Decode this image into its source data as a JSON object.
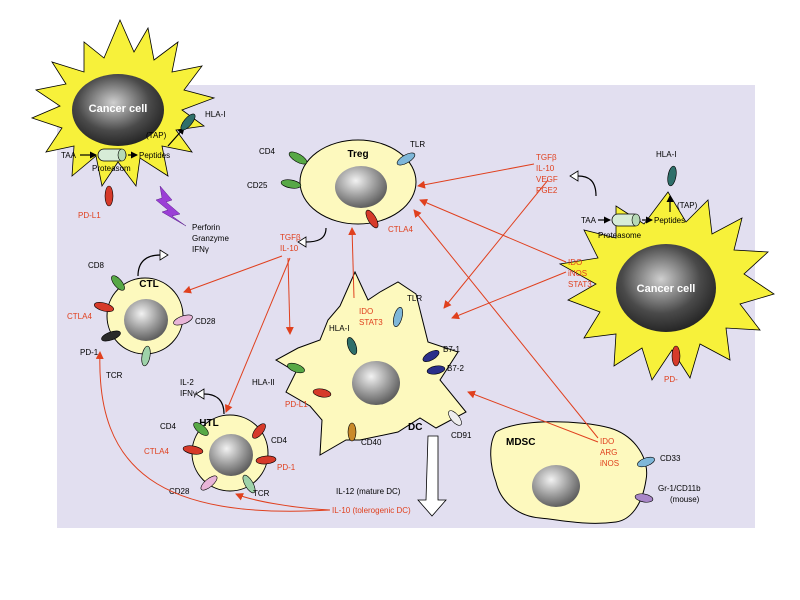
{
  "colors": {
    "background_panel": "#e2dff0",
    "cell_fill": "#fdf9be",
    "star_fill": "#f7f13a",
    "arrow_red": "#e0401e",
    "text_black": "#000000",
    "text_red": "#e0401e",
    "lightning": "#9b3fd6"
  },
  "cancer_cell_left": {
    "title": "Cancer cell",
    "hla": "HLA-I",
    "tap": "(TAP)",
    "taa": "TAA",
    "peptides": "Peptides",
    "proteasom": "Proteasom",
    "pdl1": "PD-L1"
  },
  "cancer_cell_right": {
    "title": "Cancer cell",
    "hla": "HLA-I",
    "tap": "(TAP)",
    "taa": "TAA",
    "peptides": "Peptides",
    "proteasome": "Proteasome",
    "pd": "PD-",
    "factors": [
      "IDO",
      "iNOS",
      "STAT3"
    ],
    "secreted": [
      "TGFβ",
      "IL-10",
      "VEGF",
      "PGE2"
    ]
  },
  "treg": {
    "title": "Treg",
    "cd4": "CD4",
    "cd25": "CD25",
    "tlr": "TLR",
    "ctla4": "CTLA4",
    "secreted": [
      "TGFβ",
      "IL-10"
    ]
  },
  "ctl": {
    "title": "CTL",
    "cd8": "CD8",
    "ctla4": "CTLA4",
    "pd1": "PD-1",
    "tcr": "TCR",
    "cd28": "CD28",
    "effectors": [
      "Perforin",
      "Granzyme",
      "IFNγ"
    ]
  },
  "htl": {
    "title": "HTL",
    "cd4_left": "CD4",
    "cd4_right": "CD4",
    "ctla4": "CTLA4",
    "cd28": "CD28",
    "tcr": "TCR",
    "pd1": "PD-1",
    "cytokines": [
      "IL-2",
      "IFNγ"
    ]
  },
  "dc": {
    "title": "DC",
    "tlr": "TLR",
    "hla1": "HLA-I",
    "hla2": "HLA-II",
    "b71": "B7-1",
    "b72": "B7-2",
    "pdl1": "PD-L1",
    "cd40": "CD40",
    "cd91": "CD91",
    "factors": [
      "IDO",
      "STAT3"
    ],
    "il12": "IL-12 (mature DC)",
    "il10": "IL-10 (tolerogenic DC)"
  },
  "mdsc": {
    "title": "MDSC",
    "factors": [
      "IDO",
      "ARG",
      "iNOS"
    ],
    "cd33": "CD33",
    "gr1": "Gr-1/CD11b",
    "mouse": "(mouse)"
  }
}
